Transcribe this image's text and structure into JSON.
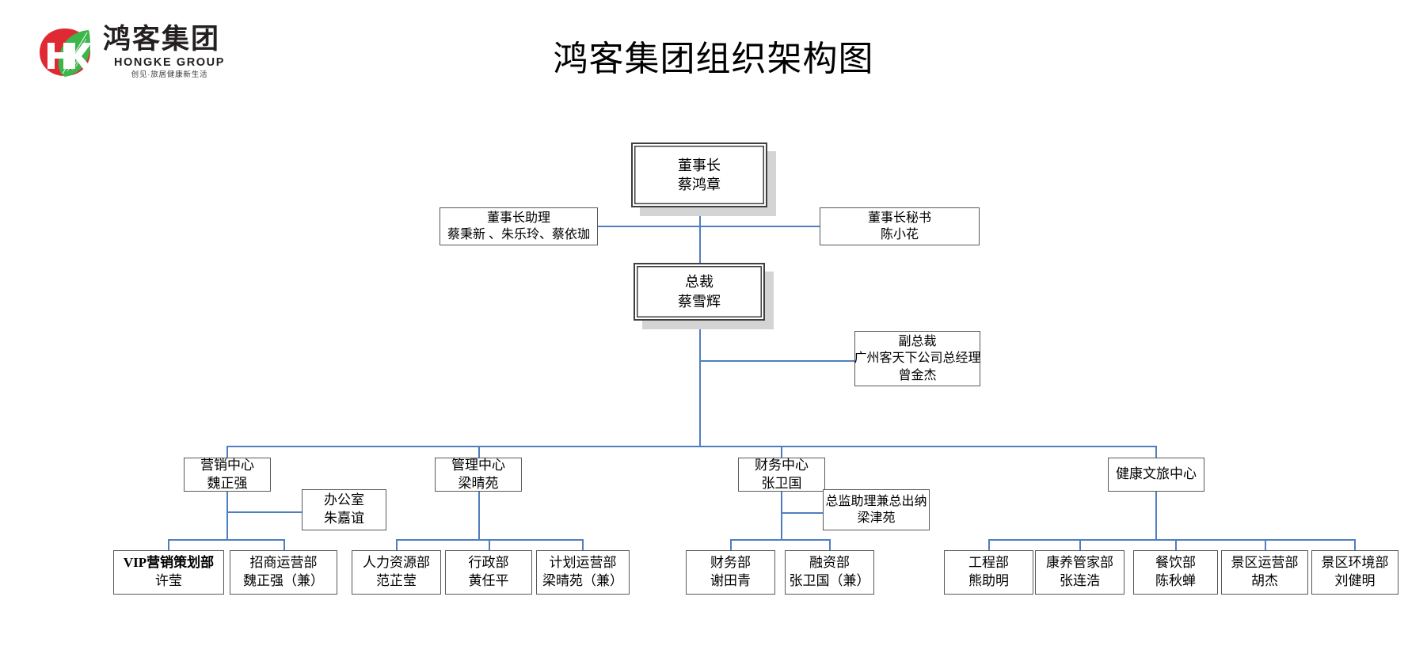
{
  "brand": {
    "logo_icon": "hongke-leaf-logo",
    "name_cn": "鸿客集团",
    "name_en": "HONGKE GROUP",
    "slogan": "创见·旅居健康新生活",
    "logo_colors": {
      "red": "#e02a33",
      "green": "#3cb54a",
      "text": "#231f20"
    }
  },
  "title": "鸿客集团组织架构图",
  "theme": {
    "line_color": "#4f7ec0",
    "box_border": "#595959",
    "exec_border": "#3f3f3f",
    "shadow": "#d4d4d4"
  },
  "chart_data": {
    "type": "diagram",
    "title": "鸿客集团组织架构图",
    "nodes": {
      "chairman": {
        "title": "董事长",
        "person": "蔡鸿章"
      },
      "chair_assist": {
        "title": "董事长助理",
        "person": "蔡秉新 、朱乐玲、蔡依珈"
      },
      "chair_secy": {
        "title": "董事长秘书",
        "person": "陈小花"
      },
      "president": {
        "title": "总裁",
        "person": "蔡雪辉"
      },
      "vice_president": {
        "title": "副总裁",
        "subtitle": "广州客天下公司总经理",
        "person": "曾金杰"
      },
      "center_marketing": {
        "title": "营销中心",
        "person": "魏正强"
      },
      "center_manage": {
        "title": "管理中心",
        "person": "梁晴苑"
      },
      "center_finance": {
        "title": "财务中心",
        "person": "张卫国"
      },
      "center_health": {
        "title": "健康文旅中心",
        "person": ""
      },
      "office": {
        "title": "办公室",
        "person": "朱嘉谊"
      },
      "fin_assist": {
        "title": "总监助理兼总出纳",
        "person": "梁津苑"
      },
      "dept_vip": {
        "title": "VIP营销策划部",
        "person": "许莹"
      },
      "dept_invest": {
        "title": "招商运营部",
        "person": "魏正强（兼）"
      },
      "dept_hr": {
        "title": "人力资源部",
        "person": "范芷莹"
      },
      "dept_admin": {
        "title": "行政部",
        "person": "黄任平"
      },
      "dept_plan": {
        "title": "计划运营部",
        "person": "梁晴苑（兼）"
      },
      "dept_finance": {
        "title": "财务部",
        "person": "谢田青"
      },
      "dept_funding": {
        "title": "融资部",
        "person": "张卫国（兼）"
      },
      "dept_eng": {
        "title": "工程部",
        "person": "熊助明"
      },
      "dept_care": {
        "title": "康养管家部",
        "person": "张连浩"
      },
      "dept_catering": {
        "title": "餐饮部",
        "person": "陈秋蝉"
      },
      "dept_scenic_op": {
        "title": "景区运营部",
        "person": "胡杰"
      },
      "dept_scenic_env": {
        "title": "景区环境部",
        "person": "刘健明"
      }
    },
    "edges": [
      [
        "chairman",
        "chair_assist"
      ],
      [
        "chairman",
        "chair_secy"
      ],
      [
        "chairman",
        "president"
      ],
      [
        "president",
        "vice_president"
      ],
      [
        "president",
        "center_marketing"
      ],
      [
        "president",
        "center_manage"
      ],
      [
        "president",
        "center_finance"
      ],
      [
        "president",
        "center_health"
      ],
      [
        "center_marketing",
        "office"
      ],
      [
        "center_marketing",
        "dept_vip"
      ],
      [
        "center_marketing",
        "dept_invest"
      ],
      [
        "center_manage",
        "dept_hr"
      ],
      [
        "center_manage",
        "dept_admin"
      ],
      [
        "center_manage",
        "dept_plan"
      ],
      [
        "center_finance",
        "fin_assist"
      ],
      [
        "center_finance",
        "dept_finance"
      ],
      [
        "center_finance",
        "dept_funding"
      ],
      [
        "center_health",
        "dept_eng"
      ],
      [
        "center_health",
        "dept_care"
      ],
      [
        "center_health",
        "dept_catering"
      ],
      [
        "center_health",
        "dept_scenic_op"
      ],
      [
        "center_health",
        "dept_scenic_env"
      ]
    ]
  }
}
